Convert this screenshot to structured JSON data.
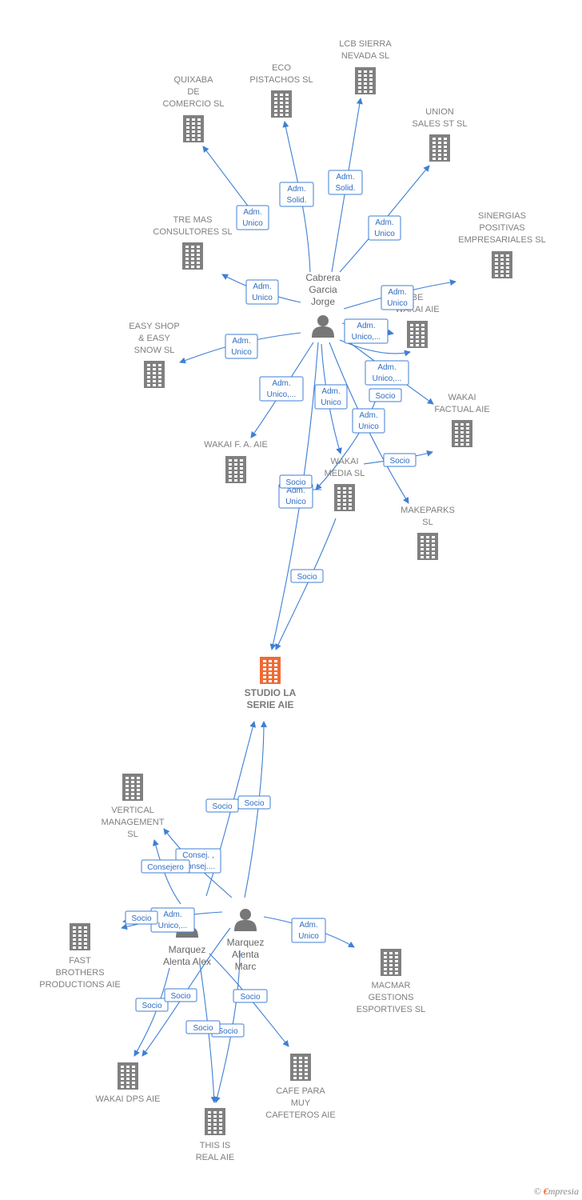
{
  "diagram": {
    "persons": [
      {
        "id": "cabrera",
        "lines": [
          "Cabrera",
          "Garcia",
          "Jorge"
        ]
      },
      {
        "id": "marc",
        "lines": [
          "Marquez",
          "Alenta",
          "Marc"
        ]
      },
      {
        "id": "alex",
        "lines": [
          "Marquez",
          "Alenta Alex"
        ]
      }
    ],
    "companies": [
      {
        "id": "lcb",
        "lines": [
          "LCB SIERRA",
          "NEVADA  SL"
        ]
      },
      {
        "id": "eco",
        "lines": [
          "ECO",
          "PISTACHOS  SL"
        ]
      },
      {
        "id": "quixaba",
        "lines": [
          "QUIXABA",
          "DE",
          "COMERCIO SL"
        ]
      },
      {
        "id": "union",
        "lines": [
          "UNION",
          "SALES ST SL"
        ]
      },
      {
        "id": "tremas",
        "lines": [
          "TRE MAS",
          "CONSULTORES SL"
        ]
      },
      {
        "id": "sinergias",
        "lines": [
          "SINERGIAS",
          "POSITIVAS",
          "EMPRESARIALES SL"
        ]
      },
      {
        "id": "easyshop",
        "lines": [
          "EASY SHOP",
          "& EASY",
          "SNOW SL"
        ]
      },
      {
        "id": "wakaibe",
        "lines": [
          "BE",
          "WAKAI AIE"
        ]
      },
      {
        "id": "wakaifactual",
        "lines": [
          "WAKAI",
          "FACTUAL AIE"
        ]
      },
      {
        "id": "wakaif",
        "lines": [
          "WAKAI F.  A. AIE"
        ]
      },
      {
        "id": "wakaimedia",
        "lines": [
          "WAKAI",
          "MEDIA  SL"
        ]
      },
      {
        "id": "makeparks",
        "lines": [
          "MAKEPARKS",
          "SL"
        ]
      },
      {
        "id": "studio",
        "lines": [
          "STUDIO LA",
          "SERIE AIE"
        ],
        "center": true
      },
      {
        "id": "vertical",
        "lines": [
          "VERTICAL",
          "MANAGEMENT",
          "SL"
        ]
      },
      {
        "id": "fastbrothers",
        "lines": [
          "FAST",
          "BROTHERS",
          "PRODUCTIONS AIE"
        ]
      },
      {
        "id": "macmar",
        "lines": [
          "MACMAR",
          "GESTIONS",
          "ESPORTIVES SL"
        ]
      },
      {
        "id": "wakaidps",
        "lines": [
          "WAKAI DPS AIE"
        ]
      },
      {
        "id": "cafepara",
        "lines": [
          "CAFE PARA",
          "MUY",
          "CAFETEROS AIE"
        ]
      },
      {
        "id": "thisis",
        "lines": [
          "THIS IS",
          "REAL AIE"
        ]
      }
    ],
    "edges": [
      {
        "lines": [
          "Adm.",
          "Unico"
        ]
      },
      {
        "lines": [
          "Adm.",
          "Solid."
        ]
      },
      {
        "lines": [
          "Adm.",
          "Solid."
        ]
      },
      {
        "lines": [
          "Adm.",
          "Unico"
        ]
      },
      {
        "lines": [
          "Adm.",
          "Unico"
        ]
      },
      {
        "lines": [
          "Adm.",
          "Unico"
        ]
      },
      {
        "lines": [
          "Adm.",
          "Unico"
        ]
      },
      {
        "lines": [
          "Adm.",
          "Unico,..."
        ]
      },
      {
        "lines": [
          "Adm.",
          "Unico,..."
        ]
      },
      {
        "lines": [
          "Socio"
        ]
      },
      {
        "lines": [
          "Adm.",
          "Unico,..."
        ]
      },
      {
        "lines": [
          "Adm.",
          "Unico"
        ]
      },
      {
        "lines": [
          "Adm.",
          "Unico"
        ]
      },
      {
        "lines": [
          "Socio"
        ]
      },
      {
        "lines": [
          "Socio"
        ]
      },
      {
        "lines": [
          "Adm.",
          "Unico"
        ]
      },
      {
        "lines": [
          "Socio"
        ]
      },
      {
        "lines": [
          "Socio"
        ]
      },
      {
        "lines": [
          "Socio"
        ]
      },
      {
        "lines": [
          "Consej. ,",
          "Consej...."
        ]
      },
      {
        "lines": [
          "Consejero"
        ]
      },
      {
        "lines": [
          "Socio"
        ]
      },
      {
        "lines": [
          "Adm.",
          "Unico,..."
        ]
      },
      {
        "lines": [
          "Adm.",
          "Unico"
        ]
      },
      {
        "lines": [
          "Socio"
        ]
      },
      {
        "lines": [
          "Socio"
        ]
      },
      {
        "lines": [
          "Socio"
        ]
      },
      {
        "lines": [
          "Socio"
        ]
      },
      {
        "lines": [
          "Socio"
        ]
      },
      {
        "lines": [
          "Socio"
        ]
      }
    ]
  },
  "watermark": {
    "copyright": "©",
    "brand_initial": "€",
    "brand_rest": "mpresia"
  }
}
